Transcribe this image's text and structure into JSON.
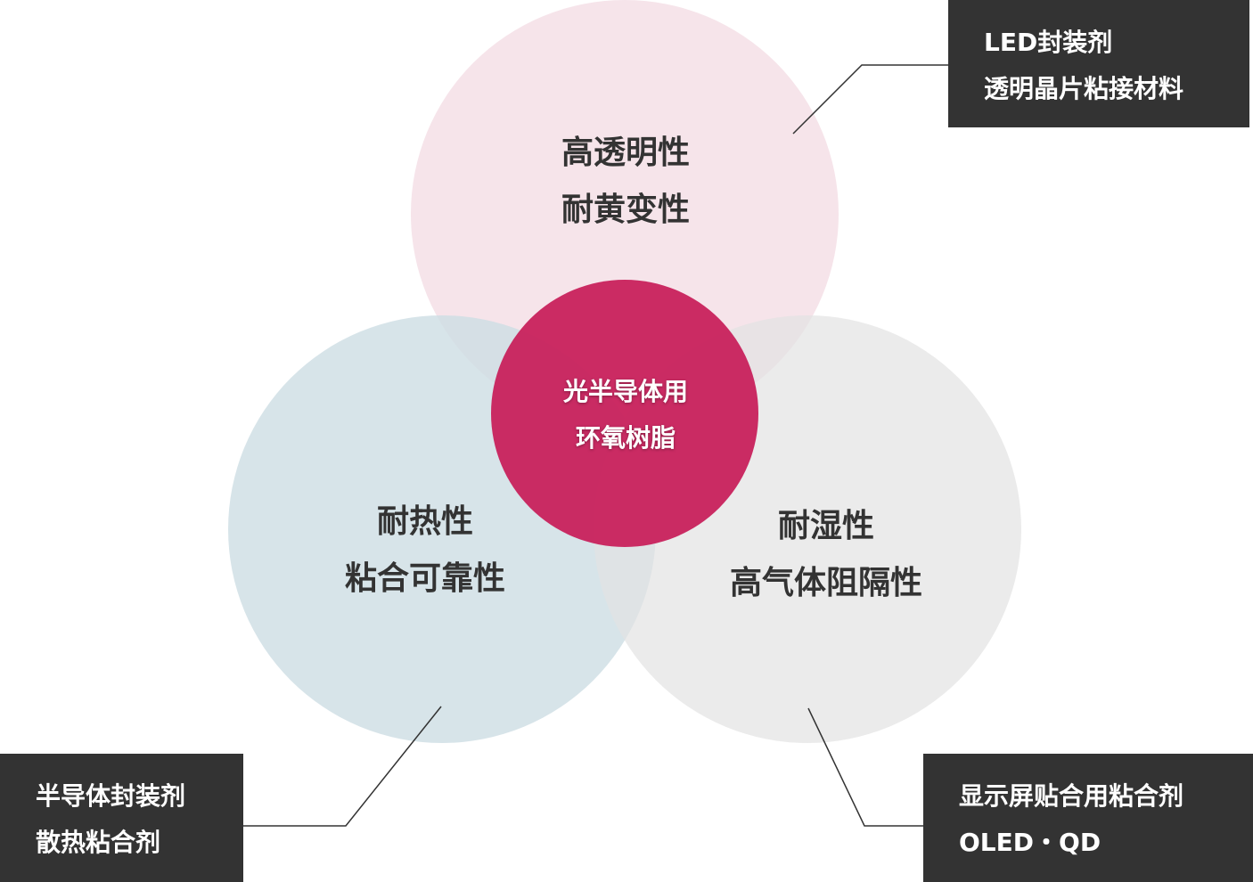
{
  "colors": {
    "top": "#f5dfe6",
    "left": "#d3e1e7",
    "right": "#e8e8e8",
    "center": "#c8215c",
    "box": "#333333"
  },
  "circles": {
    "top": [
      "高透明性",
      "耐黄变性"
    ],
    "left": [
      "耐热性",
      "粘合可靠性"
    ],
    "right": [
      "耐湿性",
      "高气体阻隔性"
    ],
    "center": [
      "光半导体用",
      "环氧树脂"
    ]
  },
  "callouts": {
    "top_right": [
      "LED封装剂",
      "透明晶片粘接材料"
    ],
    "bottom_left": [
      "半导体封装剂",
      "散热粘合剂"
    ],
    "bottom_right": [
      "显示屏贴合用粘合剂",
      "OLED・QD"
    ]
  }
}
